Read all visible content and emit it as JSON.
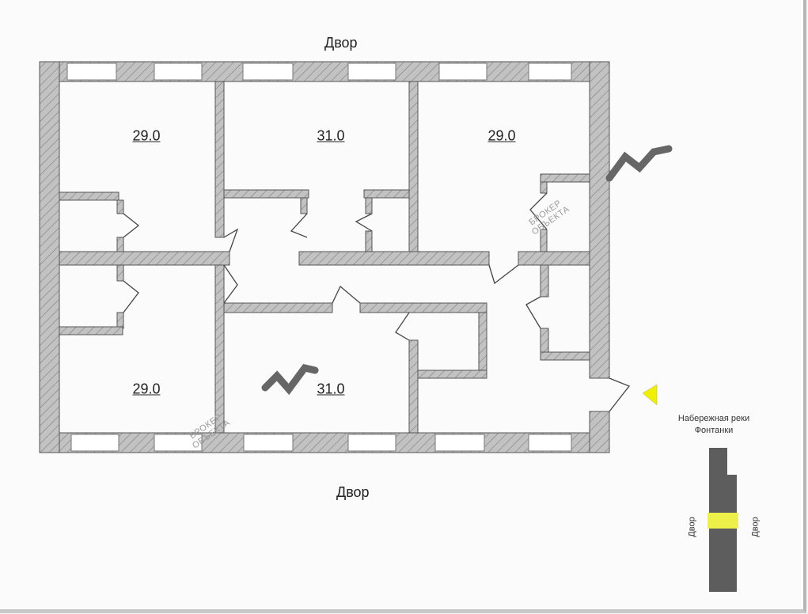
{
  "courtyard_top": "Двор",
  "courtyard_bottom": "Двор",
  "rooms": [
    {
      "area": "29.0"
    },
    {
      "area": "31.0"
    },
    {
      "area": "29.0"
    },
    {
      "area": "29.0"
    },
    {
      "area": "31.0"
    }
  ],
  "watermark": {
    "line1": "БРОКЕР",
    "line2": "ОБЪЕКТА"
  },
  "legend": {
    "street": "Набережная реки Фонтанки",
    "left_side": "Двор",
    "right_side": "Двор",
    "highlight_color": "#eef04a",
    "building_color": "#5d5d5d"
  },
  "entrance_marker_color": "#eef000",
  "wall_color": "#bdbdbd"
}
